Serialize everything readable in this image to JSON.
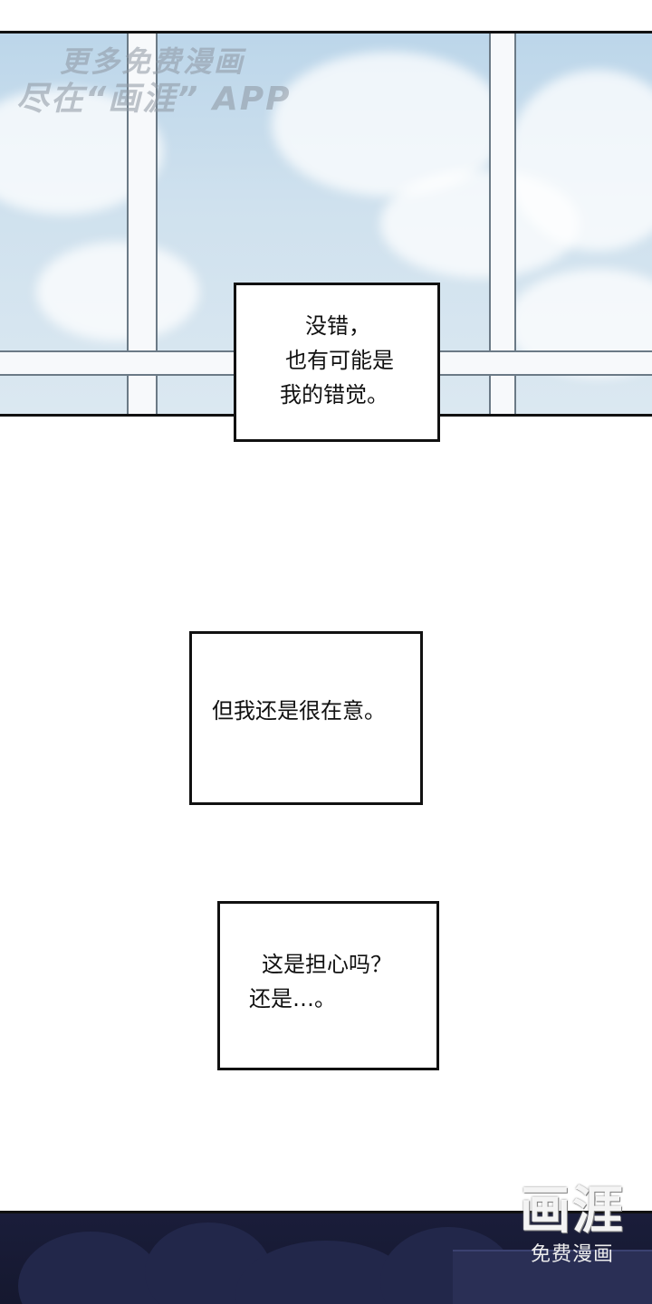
{
  "watermark": {
    "line1": "更多免费漫画",
    "line2": "尽在“画涯” APP"
  },
  "captions": [
    {
      "lines": [
        "没错，",
        "也有可能是",
        "我的错觉。"
      ]
    },
    {
      "lines": [
        "但我还是很在意。"
      ]
    },
    {
      "lines": [
        "这是担心吗？",
        "还是…。"
      ]
    }
  ],
  "logo": {
    "title": "画涯",
    "subtitle": "免费漫画"
  },
  "colors": {
    "sky": "#c8dcec",
    "night": "#1a1d3a",
    "frame": "#f7f9fb",
    "border": "#111111"
  }
}
